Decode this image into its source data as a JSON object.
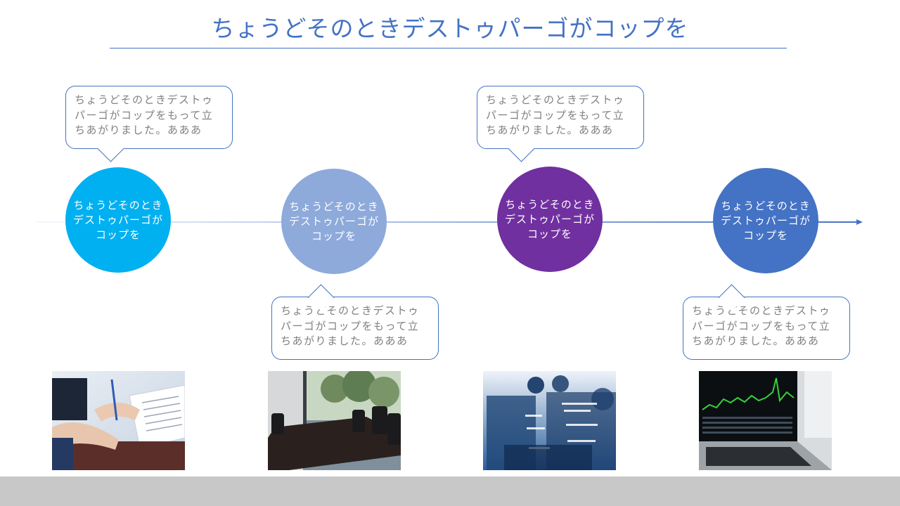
{
  "slide": {
    "title": "ちょうどそのときデストゥパーゴがコップを"
  },
  "timeline": {
    "nodes": [
      {
        "label": "ちょうどそのときデストゥパーゴがコップを",
        "color": "#00b0f0"
      },
      {
        "label": "ちょうどそのときデストゥパーゴがコップを",
        "color": "#8eaadb"
      },
      {
        "label": "ちょうどそのときデストゥパーゴがコップを",
        "color": "#7030a0"
      },
      {
        "label": "ちょうどそのときデストゥパーゴがコップを",
        "color": "#4472c4"
      }
    ],
    "callouts": [
      {
        "text": "ちょうどそのときデストゥパーゴがコップをもって立ちあがりました。あああ"
      },
      {
        "text": "ちょうどそのときデストゥパーゴがコップをもって立ちあがりました。あああ"
      },
      {
        "text": "ちょうどそのときデストゥパーゴがコップをもって立ちあがりました。あああ"
      },
      {
        "text": "ちょうどそのときデストゥパーゴがコップをもって立ちあがりました。あああ"
      }
    ],
    "line_color": "#4472c4"
  },
  "photos": [
    {
      "name": "documents-signing-photo"
    },
    {
      "name": "meeting-room-photo"
    },
    {
      "name": "business-network-photo"
    },
    {
      "name": "stock-chart-laptop-photo"
    }
  ],
  "theme": {
    "accent": "#4472c4",
    "text_gray": "#808080",
    "footer_gray": "#c8c8c8"
  }
}
